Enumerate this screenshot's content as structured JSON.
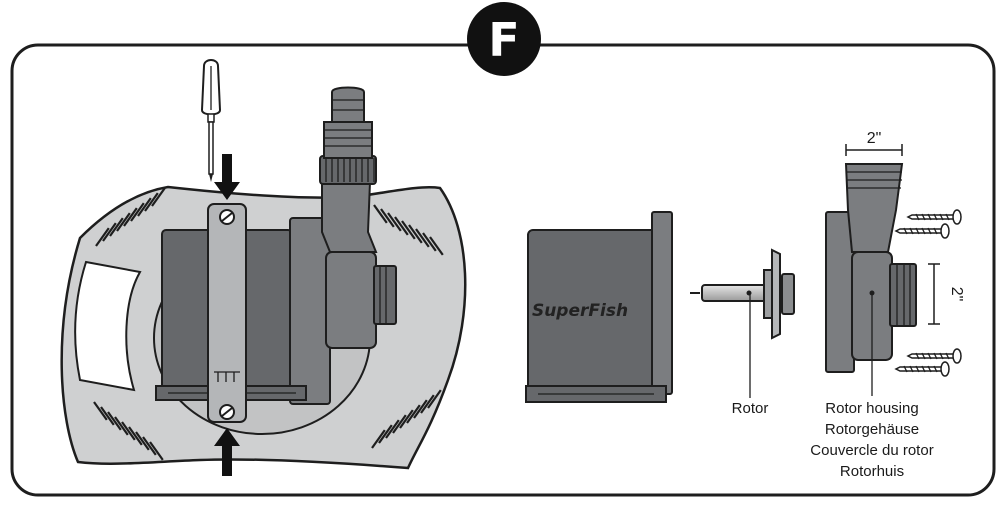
{
  "step_badge": "F",
  "brand_label": "SuperFish",
  "dimension_top": "2\"",
  "dimension_side": "2\"",
  "rotor_label": "Rotor",
  "rotor_housing_labels": [
    "Rotor housing",
    "Rotorgehäuse",
    "Couvercle du rotor",
    "Rotorhuis"
  ],
  "icons": [
    "screwdriver-icon",
    "arrow-down-icon",
    "arrow-up-icon",
    "screw-icon"
  ],
  "colors": {
    "frame": "#1e1e1e",
    "pump_body": "#7b7d80",
    "mounting_plate": "#cfd0d1",
    "badge": "#111111"
  }
}
